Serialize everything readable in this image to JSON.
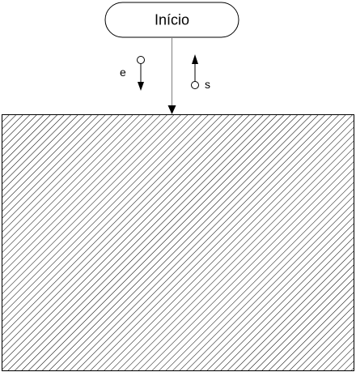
{
  "diagram": {
    "start_node": {
      "label": "Início"
    },
    "input_flow": {
      "label": "e"
    },
    "output_flow": {
      "label": "s"
    },
    "colors": {
      "stroke": "#000000",
      "connector": "#808080",
      "hatch": "#000000",
      "background": "#ffffff"
    }
  }
}
